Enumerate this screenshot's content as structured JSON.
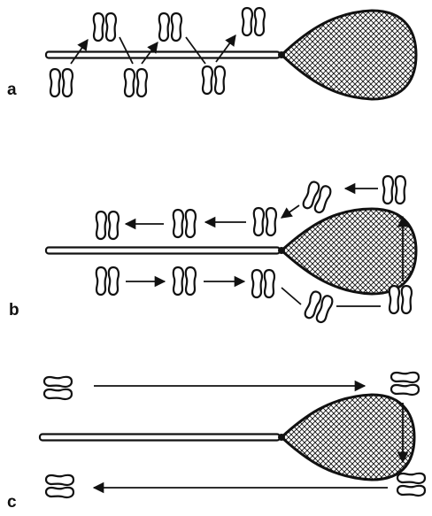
{
  "panels": [
    {
      "label": "a"
    },
    {
      "label": "b"
    },
    {
      "label": "c"
    }
  ],
  "colors": {
    "ink": "#111111",
    "paper": "#ffffff"
  },
  "icons": [
    "footprint-pair-icon",
    "snowshoe-icon",
    "arrow-icon"
  ]
}
